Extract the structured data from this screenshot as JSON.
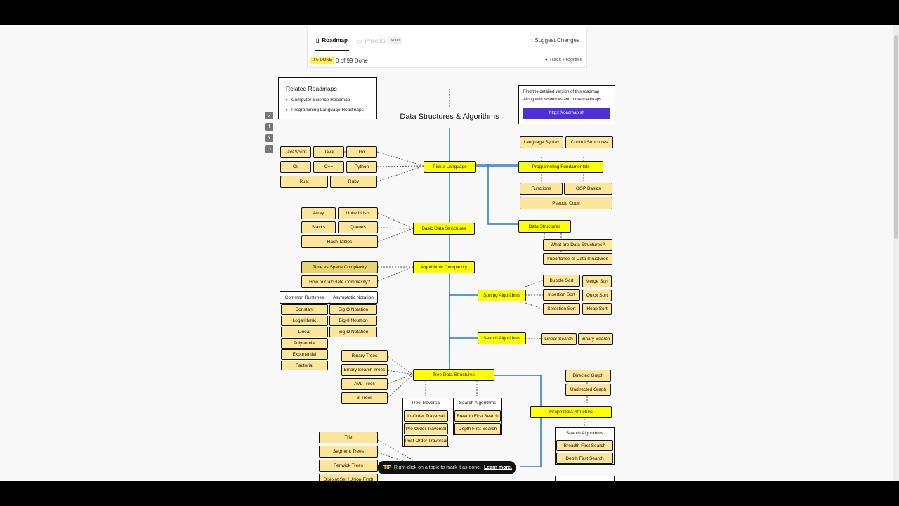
{
  "header": {
    "tab_roadmap": "Roadmap",
    "tab_projects": "Projects",
    "soon_badge": "soon",
    "suggest_changes": "Suggest Changes"
  },
  "progress": {
    "percent_label": "0% DONE",
    "done_text": "0 of 99 Done",
    "track_label": "Track Progress"
  },
  "related": {
    "title": "Related Roadmaps",
    "items": [
      "Computer Science Roadmap",
      "Programming Language Roadmaps"
    ]
  },
  "promo": {
    "line1": "Find the detailed version of this roadmap",
    "line2": "Along with resources and more roadmaps",
    "button": "https://roadmap.sh"
  },
  "title": "Data Structures & Algorithms",
  "nodes": {
    "javascript": "JavaScript",
    "java": "Java",
    "go": "Go",
    "csharp": "C#",
    "cpp": "C++",
    "python": "Python",
    "rust": "Rust",
    "ruby": "Ruby",
    "pick_language": "Pick a Language",
    "language_syntax": "Language Syntax",
    "control_structures": "Control Structures",
    "programming_fundamentals": "Programming Fundamentals",
    "functions": "Functions",
    "oop_basics": "OOP Basics",
    "pseudo_code": "Pseudo Code",
    "array": "Array",
    "linked_lists": "Linked Lists",
    "stacks": "Stacks",
    "queues": "Queues",
    "hash_tables": "Hash Tables",
    "basic_ds": "Basic Data Structures",
    "data_structures": "Data Structures",
    "what_are_ds": "What are Data Structures?",
    "importance_ds": "Importance of Data Structures",
    "time_vs_space": "Time vs Space Complexity",
    "how_calc": "How to Calculate Complexity?",
    "algorithmic_complexity": "Algorithmic Complexity",
    "common_runtimes": "Common Runtimes",
    "asymptotic_notation": "Asymptotic Notation",
    "constant": "Constant",
    "logarithmic": "Logarithmic",
    "linear": "Linear",
    "polynomial": "Polynomial",
    "exponential": "Exponential",
    "factorial": "Factorial",
    "big_o": "Big O Notation",
    "big_theta": "Big-θ Notation",
    "big_omega": "Big-Ω Notation",
    "sorting_algorithms": "Sorting Algorithms",
    "bubble_sort": "Bubble Sort",
    "merge_sort": "Merge Sort",
    "insertion_sort": "Insertion Sort",
    "quick_sort": "Quick Sort",
    "selection_sort": "Selection Sort",
    "heap_sort": "Heap Sort",
    "search_algorithms": "Search Algorithms",
    "linear_search": "Linear Search",
    "binary_search": "Binary Search",
    "binary_trees": "Binary Trees",
    "bst": "Binary Search Trees",
    "avl_trees": "AVL Trees",
    "b_trees": "B-Trees",
    "tree_ds": "Tree Data Structures",
    "tree_traversal": "Tree Traversal",
    "in_order": "In-Order Traversal",
    "pre_order": "Pre-Order Traversal",
    "post_order": "Post-Order Traversal",
    "tree_search_algorithms": "Search Algorithms",
    "bfs": "Breadth First Search",
    "dfs": "Depth First Search",
    "directed_graph": "Directed Graph",
    "undirected_graph": "Undirected Graph",
    "graph_ds": "Graph Data Structure",
    "graph_search_algorithms": "Search Algorithms",
    "graph_bfs": "Breadth First Search",
    "graph_dfs": "Depth First Search",
    "trie": "Trie",
    "segment_trees": "Segment Trees",
    "fenwick_trees": "Fenwick Trees",
    "disjoint_set": "Disjoint Set (Union-Find)"
  },
  "tip": {
    "label": "TIP",
    "text": "Right-click on a topic to mark it as done.",
    "link": "Learn more."
  },
  "colors": {
    "main": "#ffff00",
    "sub": "#fde59a",
    "line": "#2b78c5",
    "promo_button": "#4f2fd9",
    "done_badge": "#ffef5a"
  },
  "icons": [
    "map-icon",
    "folder-icon",
    "message-icon",
    "check-circle-icon",
    "x-icon",
    "facebook-icon",
    "hacker-news-icon",
    "reddit-icon",
    "question-icon"
  ]
}
